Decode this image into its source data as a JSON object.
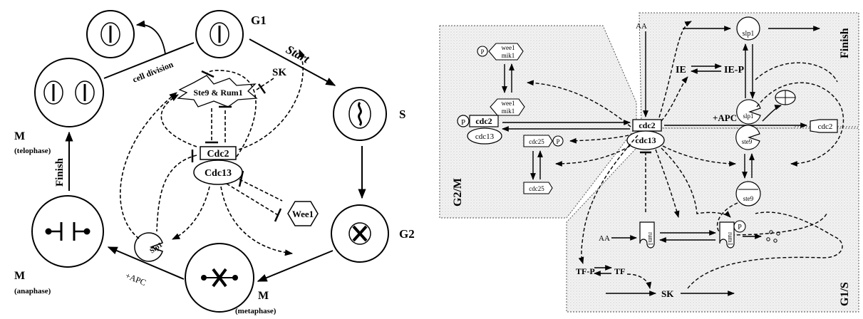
{
  "left": {
    "phases": {
      "g1": "G1",
      "s": "S",
      "g2": "G2",
      "m_meta": "M",
      "m_meta_sub": "(metaphase)",
      "m_ana": "M",
      "m_ana_sub": "(anaphase)",
      "m_telo": "M",
      "m_telo_sub": "(telophase)"
    },
    "transitions": {
      "start": "Start",
      "finish": "Finish",
      "cell_division": "cell division",
      "apc": "+APC"
    },
    "nodes": {
      "ste9_rum1": "Ste9 & Rum1",
      "sk": "SK",
      "cdc2": "Cdc2",
      "cdc13": "Cdc13",
      "wee1": "Wee1",
      "slp1": "Slp1"
    }
  },
  "right": {
    "regions": {
      "g2m": "G2/M",
      "finish": "Finish",
      "g1s": "G1/S"
    },
    "nodes": {
      "aa_top": "AA",
      "slp1_top": "slp1",
      "ie": "IE",
      "iep": "IE-P",
      "slp1_mid": "slp1",
      "wee1_p": "P",
      "wee1_a": "wee1",
      "mik1_a": "mik1",
      "wee1_b": "wee1",
      "mik1_b": "mik1",
      "p_left": "P",
      "cdc2_left": "cdc2",
      "cdc13_left": "cdc13",
      "cdc25_a": "cdc25",
      "cdc25_p": "P",
      "cdc25_b": "cdc25",
      "cdc2_center": "cdc2",
      "cdc13_center": "cdc13",
      "apc": "+APC",
      "cdc2_right": "cdc2",
      "ste9_a": "ste9",
      "ste9_b": "ste9",
      "aa_bottom": "AA",
      "rum1_a": "rum1",
      "rum1_b": "rum1",
      "rum1_p": "P",
      "tfp": "TF-P",
      "tf": "TF",
      "sk": "SK"
    }
  }
}
